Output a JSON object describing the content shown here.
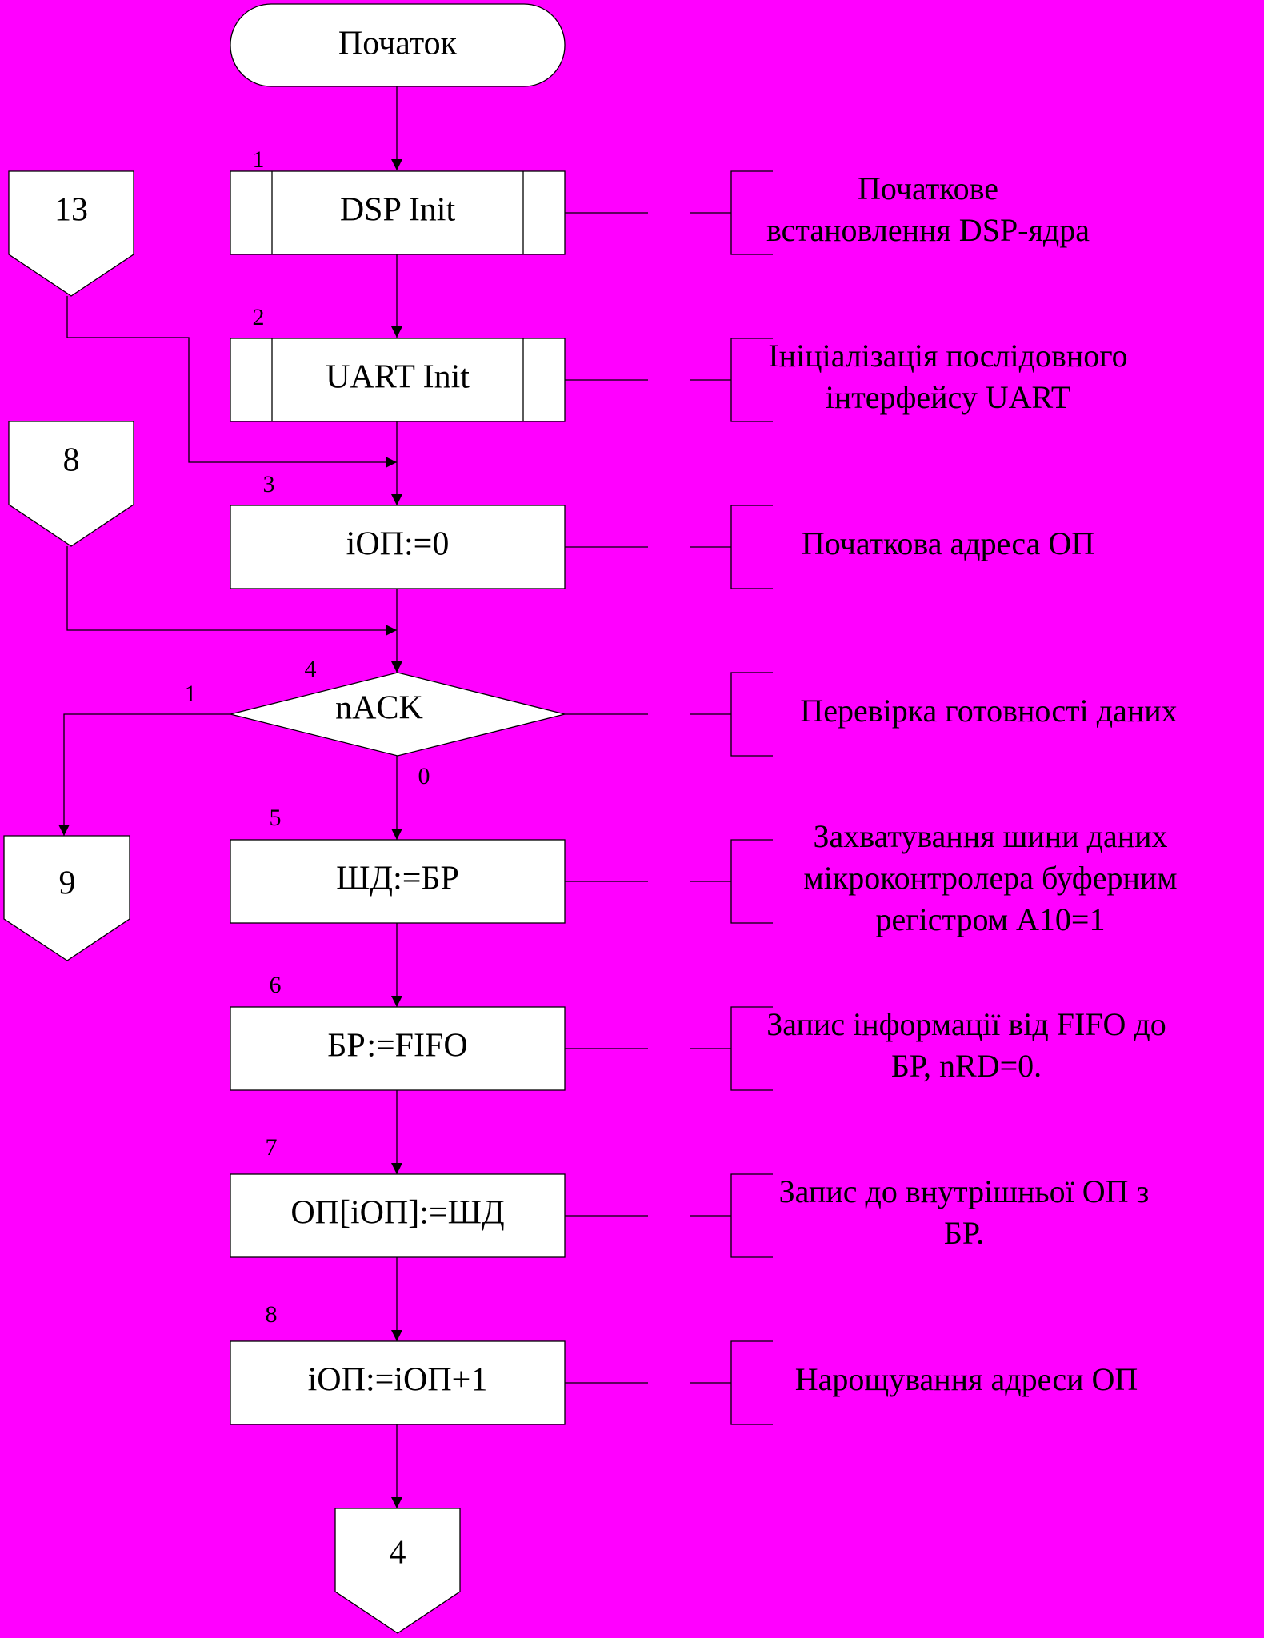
{
  "colors": {
    "background": "#FF00FF",
    "block_fill": "#FFFFFF",
    "ink": "#000000"
  },
  "start": {
    "label": "Початок"
  },
  "blocks": [
    {
      "number": "1",
      "label": "DSP Init",
      "comment": [
        "Початкове",
        "встановлення DSP-ядра"
      ]
    },
    {
      "number": "2",
      "label": "UART Init",
      "comment": [
        "Ініціалізація послідовного",
        "інтерфейсу UART"
      ]
    },
    {
      "number": "3",
      "label": "iОП:=0",
      "comment": [
        "Початкова адреса ОП"
      ]
    },
    {
      "number": "4",
      "label": "nACK",
      "comment": [
        "Перевірка готовності даних"
      ],
      "branch_yes": "1",
      "branch_no": "0"
    },
    {
      "number": "5",
      "label": "ШД:=БР",
      "comment": [
        "Захватування шини даних",
        "мікроконтролера буферним",
        "регістром A10=1"
      ]
    },
    {
      "number": "6",
      "label": "БР:=FIFO",
      "comment": [
        "Запис інформації від FIFO до",
        "БР, nRD=0."
      ]
    },
    {
      "number": "7",
      "label": "ОП[iОП]:=ШД",
      "comment": [
        "Запис до внутрішньої ОП з",
        "БР."
      ]
    },
    {
      "number": "8",
      "label": "iОП:=iОП+1",
      "comment": [
        "Нарощування адреси ОП"
      ]
    }
  ],
  "connectors": {
    "in_top": "13",
    "in_mid": "8",
    "out_left": "9",
    "out_bottom": "4"
  }
}
